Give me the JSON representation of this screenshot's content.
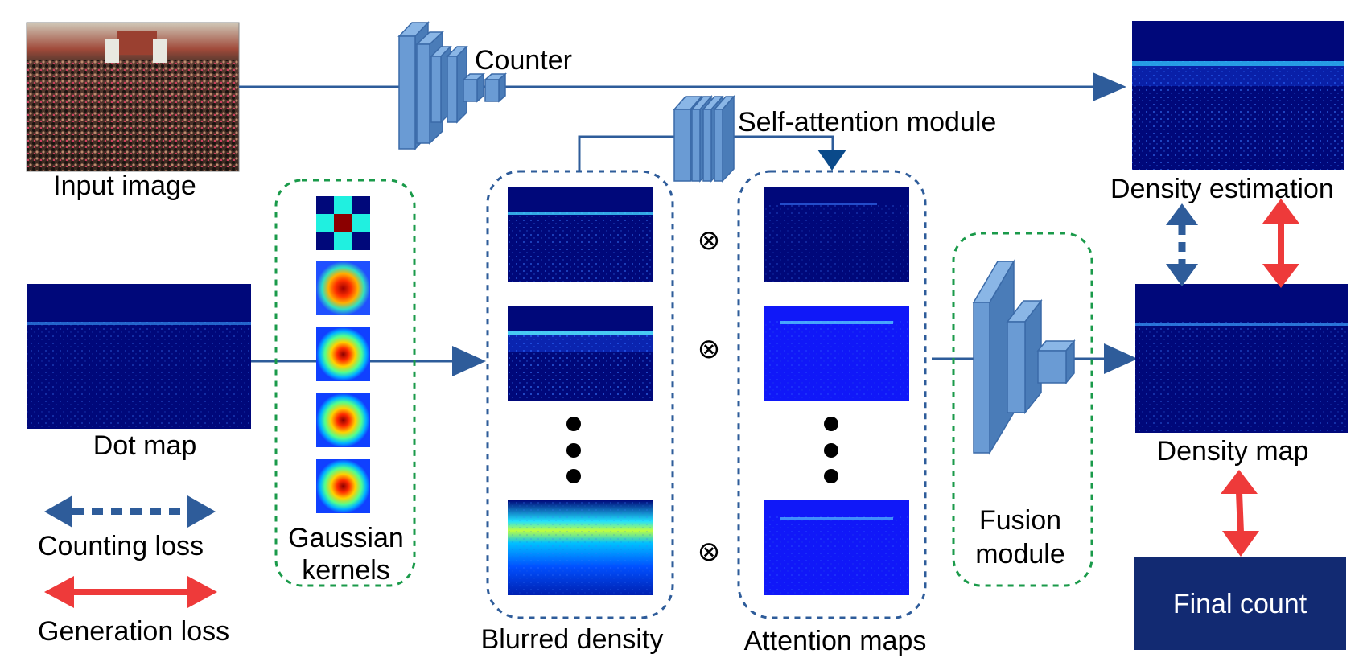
{
  "labels": {
    "input_image": "Input image",
    "counter": "Counter",
    "self_attention": "Self-attention module",
    "density_estimation": "Density estimation",
    "dot_map": "Dot map",
    "gaussian_line1": "Gaussian",
    "gaussian_line2": "kernels",
    "blurred_density": "Blurred density",
    "attention_maps": "Attention maps",
    "fusion_line1": "Fusion",
    "fusion_line2": "module",
    "density_map": "Density map",
    "final_count": "Final count",
    "counting_loss": "Counting loss",
    "generation_loss": "Generation loss",
    "multiply_symbol": "⊗"
  },
  "colors": {
    "flow_arrow": "#2e5c9a",
    "counting_loss": "#2e5c9a",
    "generation_loss": "#ee3a3a",
    "green_dashed": "#1a9a4a",
    "blue_dashed": "#2e5c9a",
    "network_block": "#6a9bd4",
    "map_background": "#00087a",
    "final_count_box": "#122a72"
  },
  "icons": {
    "input_image": "crowd-photo",
    "counter_network": "cnn-block-icon",
    "attention_network": "cnn-block-icon",
    "fusion_network": "cnn-block-icon"
  }
}
